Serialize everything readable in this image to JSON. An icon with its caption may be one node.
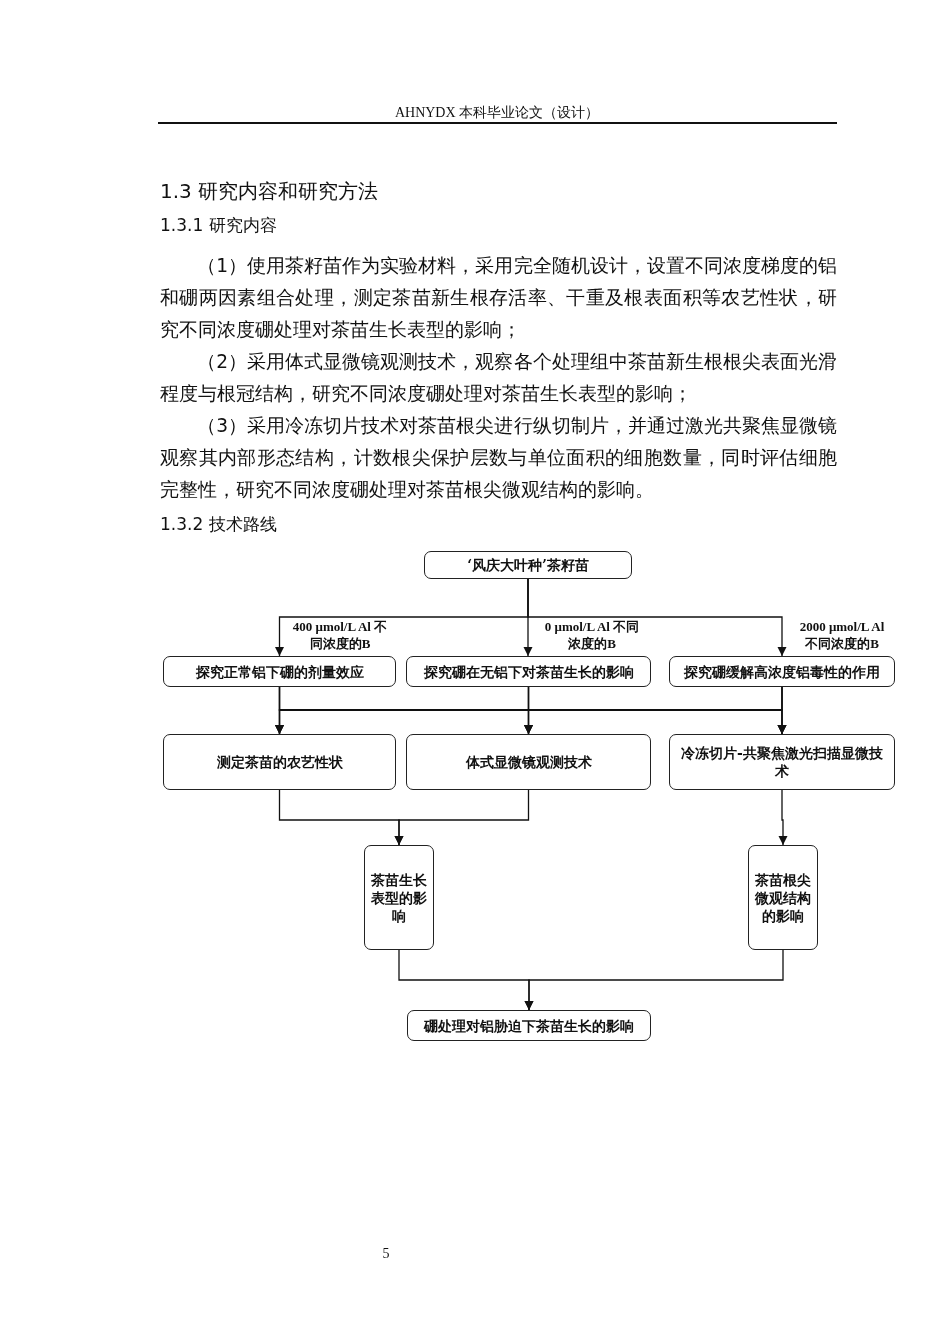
{
  "diagram": {
    "nodes": [
      {
        "text": [
          "‘风庆大叶种’茶籽苗"
        ]
      },
      {
        "text": [
          "探究正常铝下硼的剂量效应"
        ]
      },
      {
        "text": [
          "探究硼在无铝下对茶苗生长的影响"
        ]
      },
      {
        "text": [
          "探究硼缓解高浓度铝毒性的作用"
        ]
      },
      {
        "text": [
          "测定茶苗的农艺性状"
        ]
      },
      {
        "text": [
          "体式显微镜观测技术"
        ]
      },
      {
        "text": [
          "冷冻切片-共聚焦激光扫描显微技术"
        ]
      },
      {
        "text": [
          "茶苗生长表型的影响"
        ]
      },
      {
        "text": [
          "茶苗根尖微观结构的影响"
        ]
      },
      {
        "text": [
          "硼处理对铝胁迫下茶苗生长的影响"
        ]
      }
    ],
    "edges": [
      {
        "from": 0,
        "to": 1,
        "arrow": "to",
        "label": "400 μmol/L Al 不同浓度的B"
      },
      {
        "from": 0,
        "to": 2,
        "arrow": "to",
        "label": "0 μmol/L Al 不同浓度的B"
      },
      {
        "from": 0,
        "to": 3,
        "arrow": "to",
        "label": "2000 μmol/L Al 不同浓度的B"
      },
      {
        "from": 1,
        "to": 4,
        "arrow": "to"
      },
      {
        "from": 1,
        "to": 5,
        "arrow": "to"
      },
      {
        "from": 1,
        "to": 6,
        "arrow": "to"
      },
      {
        "from": 2,
        "to": 4,
        "arrow": "to"
      },
      {
        "from": 2,
        "to": 5,
        "arrow": "to"
      },
      {
        "from": 2,
        "to": 6,
        "arrow": "to"
      },
      {
        "from": 3,
        "to": 4,
        "arrow": "to"
      },
      {
        "from": 3,
        "to": 5,
        "arrow": "to"
      },
      {
        "from": 3,
        "to": 6,
        "arrow": "to"
      },
      {
        "from": 4,
        "to": 7,
        "arrow": "to"
      },
      {
        "from": 5,
        "to": 7,
        "arrow": "to"
      },
      {
        "from": 6,
        "to": 8,
        "arrow": "to"
      },
      {
        "from": 7,
        "to": 9,
        "arrow": "to"
      },
      {
        "from": 8,
        "to": 9,
        "arrow": "to"
      }
    ],
    "labels": [
      "AHNYDX 本科毕业论文（设计）",
      "1.3 研究内容和研究方法",
      "1.3.1 研究内容",
      "（1）使用茶籽苗作为实验材料，采用完全随机设计，设置不同浓度梯度的铝和硼两因素组合处理，测定茶苗新生根存活率、干重及根表面积等农艺性状，研究不同浓度硼处理对茶苗生长表型的影响；",
      "（2）采用体式显微镜观测技术，观察各个处理组中茶苗新生根根尖表面光滑程度与根冠结构，研究不同浓度硼处理对茶苗生长表型的影响；",
      "（3）采用冷冻切片技术对茶苗根尖进行纵切制片，并通过激光共聚焦显微镜观察其内部形态结构，计数根尖保护层数与单位面积的细胞数量，同时评估细胞完整性，研究不同浓度硼处理对茶苗根尖微观结构的影响。",
      "1.3.2 技术路线",
      "5"
    ]
  }
}
